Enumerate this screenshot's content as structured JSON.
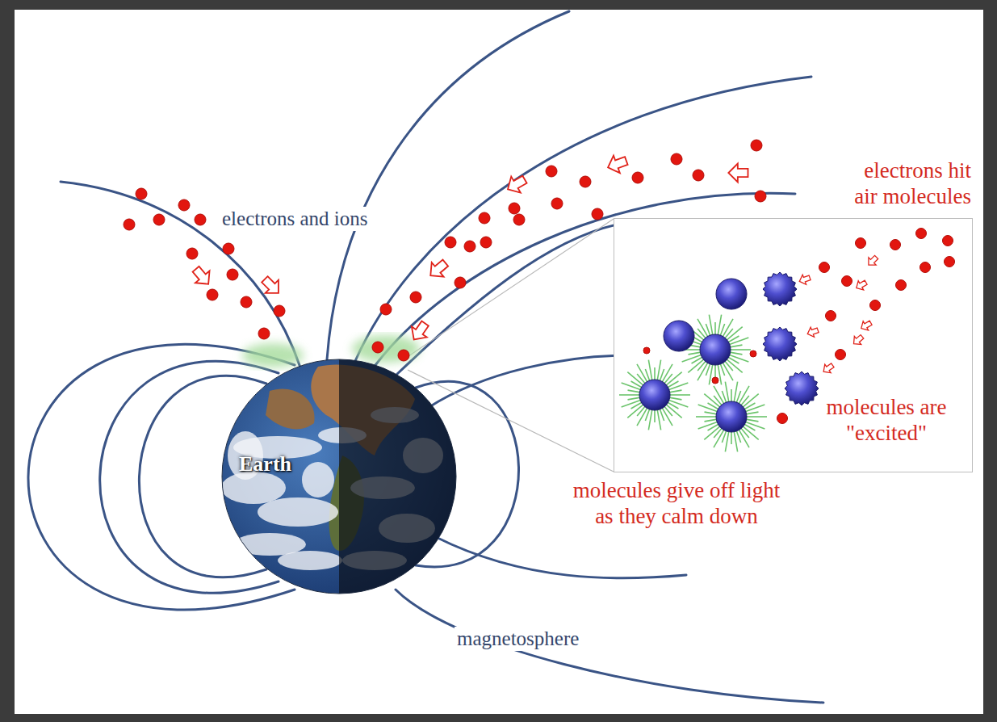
{
  "diagram": {
    "nodes": [
      {
        "text": [
          "molecules are \"excited\""
        ]
      },
      {
        "text": [
          "Earth"
        ]
      }
    ],
    "labels": [
      "electrons and ions",
      "electrons hit air molecules",
      "molecules give off light as they calm down",
      "magnetosphere"
    ]
  }
}
